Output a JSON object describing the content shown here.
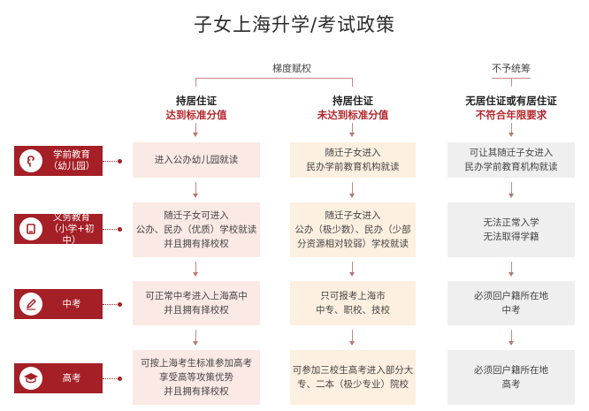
{
  "title": "子女上海升学/考试政策",
  "groups": {
    "left": "梯度赋权",
    "right": "不予统筹"
  },
  "columns": [
    {
      "line1": "持居住证",
      "line2": "达到标准分值"
    },
    {
      "line1": "持居住证",
      "line2": "未达到标准分值"
    },
    {
      "line1": "无居住证或有居住证",
      "line2": "不符合年限要求"
    }
  ],
  "stages": [
    {
      "name": "学前教育",
      "sub": "（幼儿园）",
      "icon": "baby-icon"
    },
    {
      "name": "义务教育",
      "sub": "（小学+初中）",
      "icon": "book-icon"
    },
    {
      "name": "中考",
      "sub": "",
      "icon": "pencil-icon"
    },
    {
      "name": "高考",
      "sub": "",
      "icon": "graduation-cap-icon"
    }
  ],
  "rows": [
    [
      "进入公办幼儿园就读",
      "随迁子女进入\n民办学前教育机构就读",
      "可让其随迁子女进入\n民办学前教育机构就读"
    ],
    [
      "随迁子女可进入\n公办、民办（优质）学校就读\n并且拥有择校权",
      "随迁子女进入\n公办（极少数）、民办（少部\n分资源相对较弱）学校就读",
      "无法正常入学\n无法取得学籍"
    ],
    [
      "可正常中考进入上海高中\n并且拥有择校权",
      "只可报考上海市\n中专、职校、技校",
      "必须回户籍所在地\n中考"
    ],
    [
      "可按上海考生标准参加高考\n享受高等攻策优势\n并且拥有择校权",
      "可参加三校生高考进入部分大\n专、二本（极少专业）院校",
      "必须回户籍所在地\n高考"
    ]
  ],
  "colors": {
    "accent": "#a51f26",
    "col1_bg": "#fbe9e5",
    "col2_bg": "#fdf0e0",
    "col3_bg": "#efefef"
  }
}
